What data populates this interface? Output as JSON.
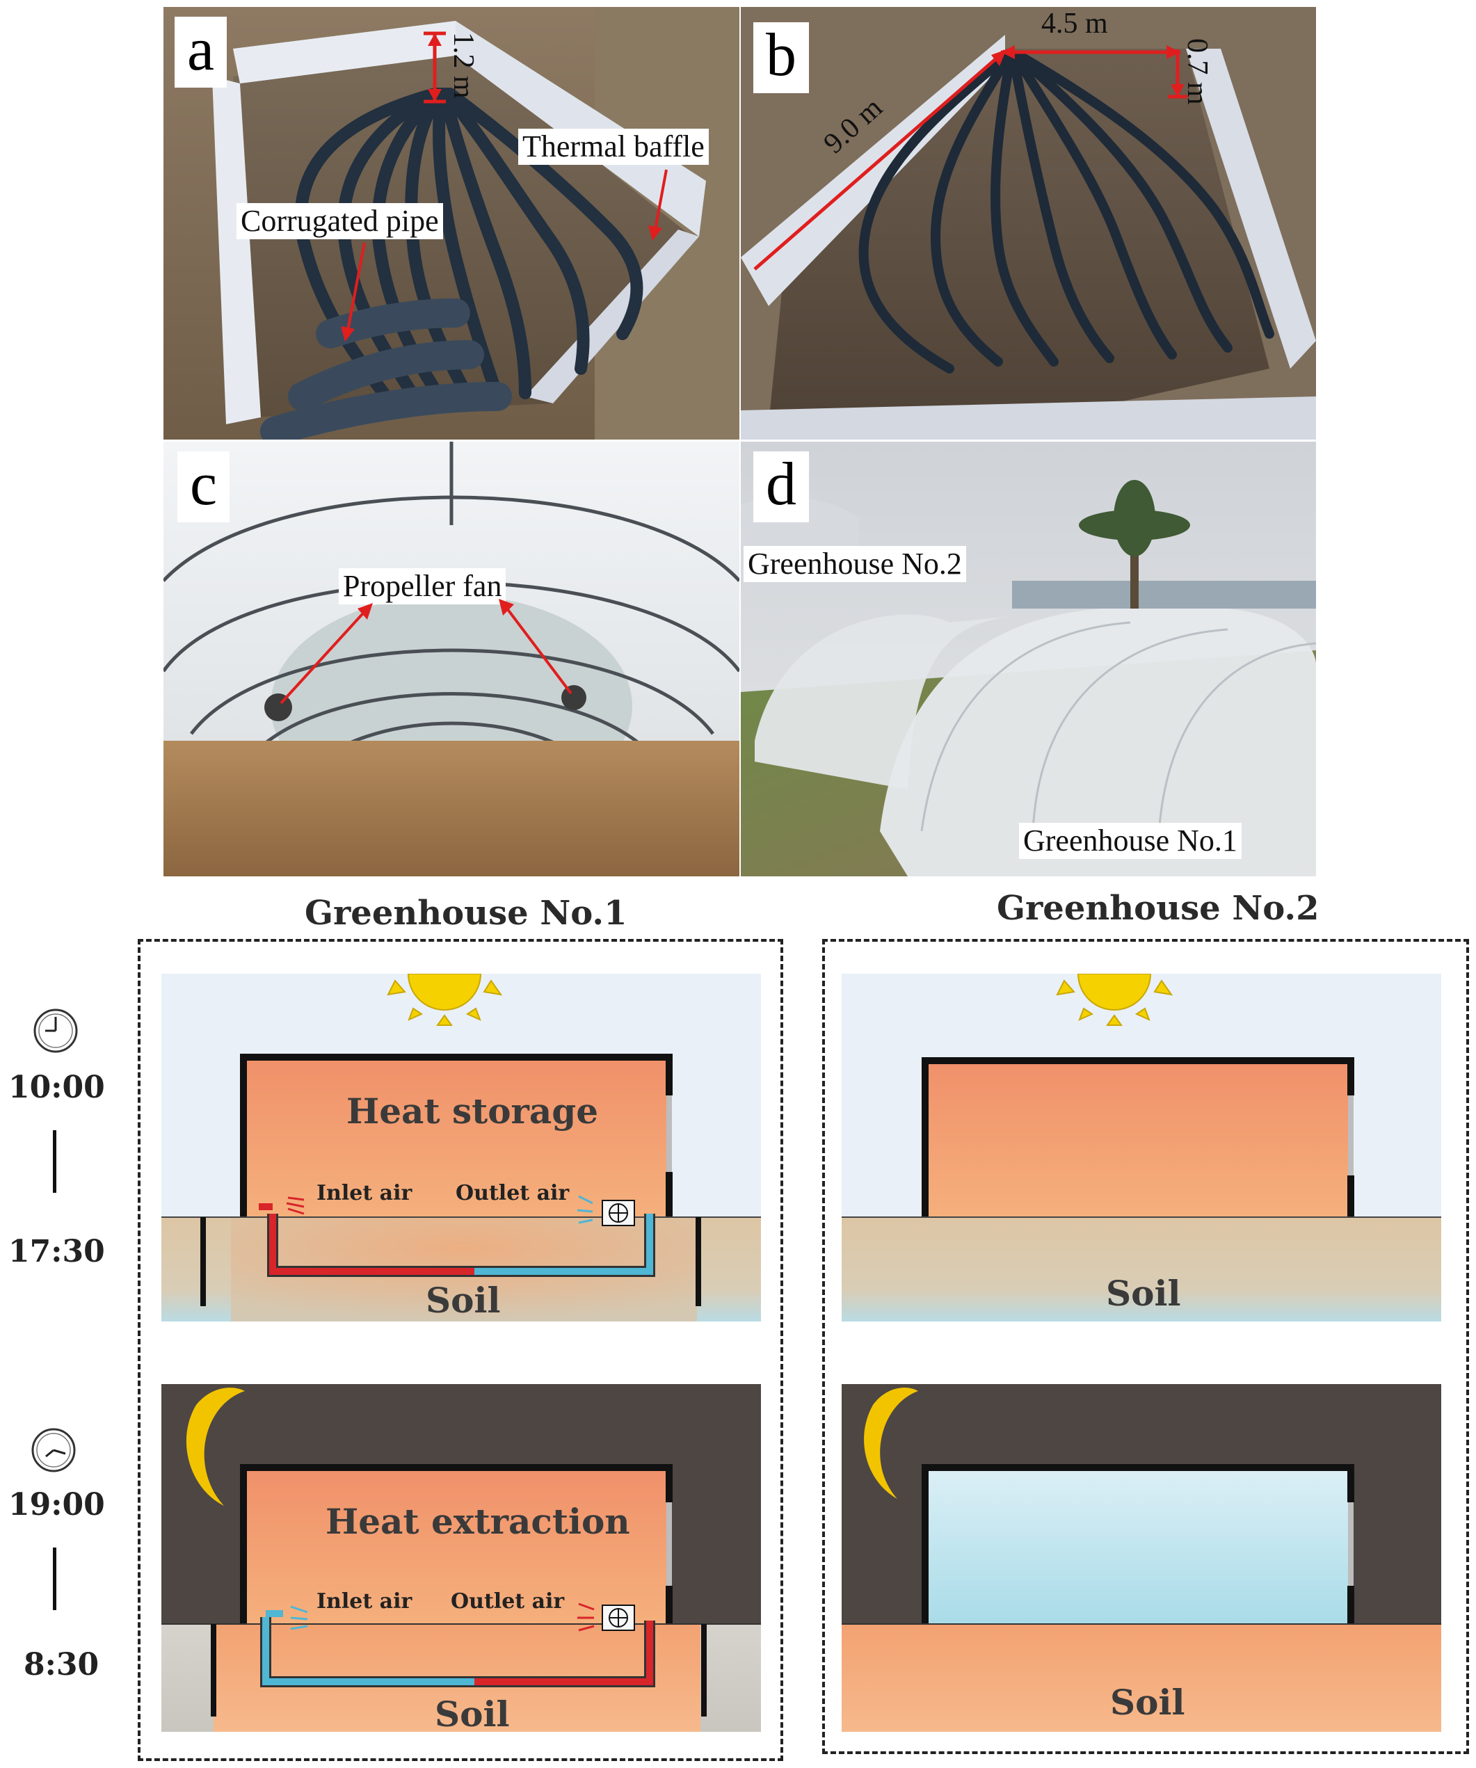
{
  "photos": {
    "a": {
      "letter": "a",
      "dim_height": "1.2 m",
      "thermal_baffle": "Thermal baffle",
      "corrugated_pipe": "Corrugated pipe"
    },
    "b": {
      "letter": "b",
      "dim_width": "4.5 m",
      "dim_height": "0.7 m",
      "dim_length": "9.0 m"
    },
    "c": {
      "letter": "c",
      "propeller_fan": "Propeller fan"
    },
    "d": {
      "letter": "d",
      "greenhouse_2": "Greenhouse No.2",
      "greenhouse_1": "Greenhouse No.1"
    }
  },
  "schematic": {
    "gh1_title": "Greenhouse No.1",
    "gh2_title": "Greenhouse No.2",
    "day": {
      "start": "10:00",
      "end": "17:30",
      "gh1_label": "Heat storage"
    },
    "night": {
      "start": "19:00",
      "end": "8:30",
      "gh1_label": "Heat extraction"
    },
    "inlet_air": "Inlet air",
    "outlet_air": "Outlet air",
    "soil": "Soil"
  },
  "colors": {
    "sky_day": "#e9f0f8",
    "sky_night": "#4d4643",
    "warm_air": "#f19a6b",
    "cool_air": "#b9e1ec",
    "sun": "#f5d100",
    "moon": "#f2c400",
    "pipe_hot": "#d8252a",
    "pipe_cold": "#4fb6d4"
  }
}
